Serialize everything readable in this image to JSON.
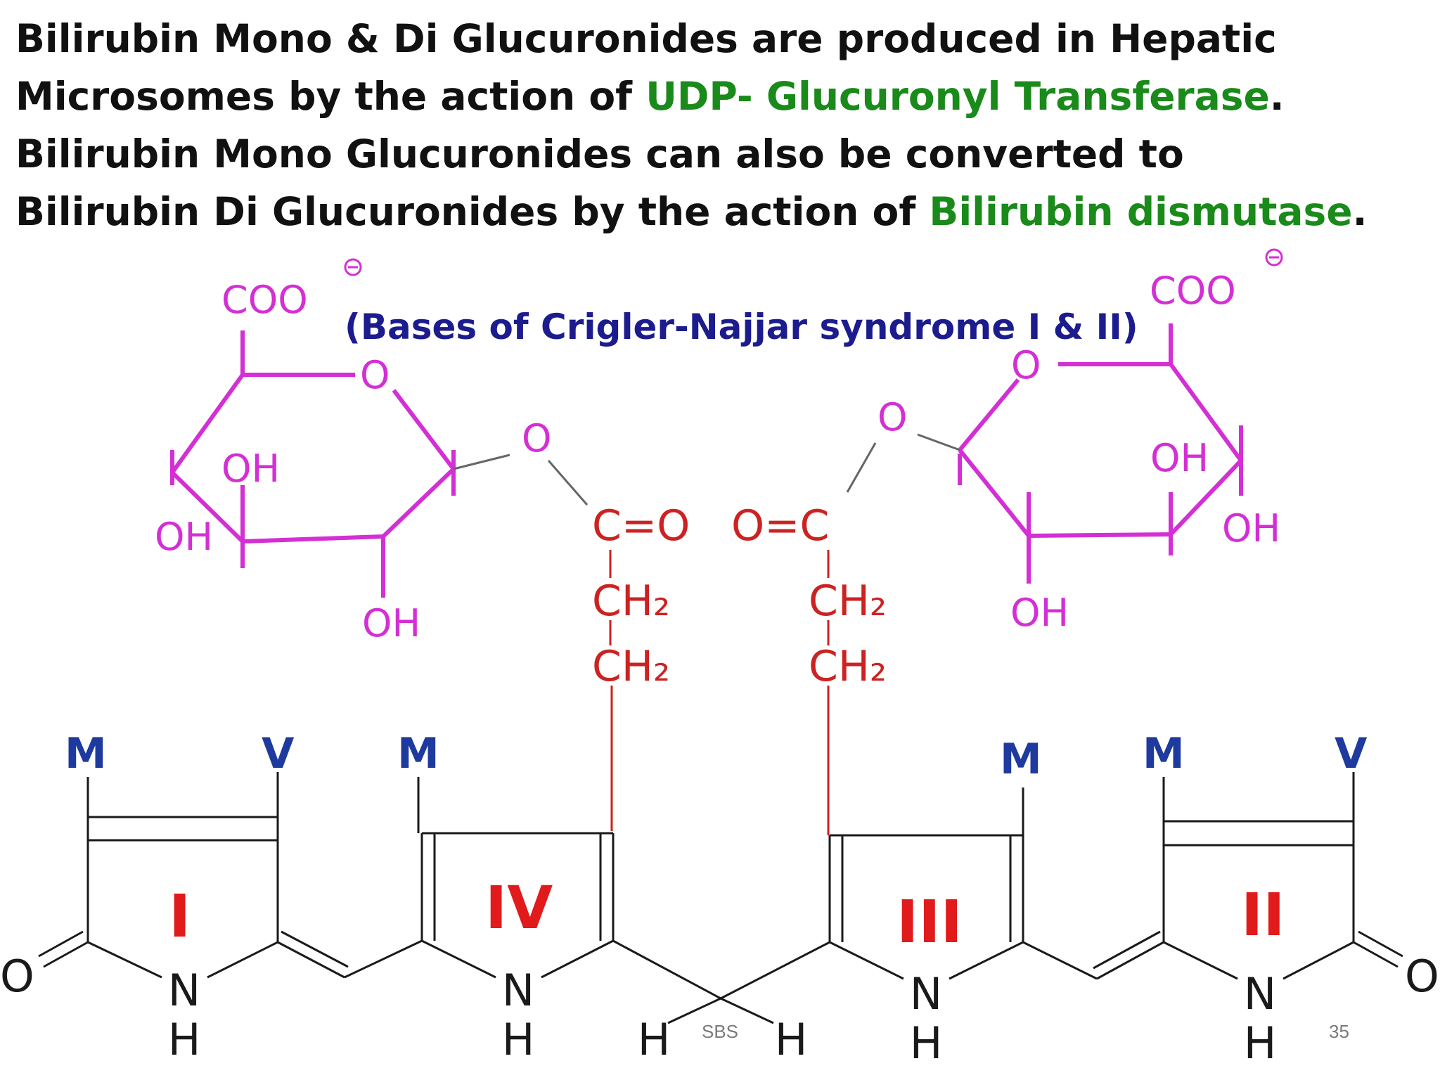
{
  "heading": {
    "line1": "Bilirubin Mono & Di Glucuronides are  produced in Hepatic",
    "line2_pre": "Microsomes by the action of ",
    "line2_enzyme": "UDP- Glucuronyl Transferase",
    "line2_post": ".",
    "line3": "Bilirubin Mono Glucuronides can also be converted to",
    "line4_pre": "Bilirubin Di Glucuronides by the action of ",
    "line4_enzyme": "Bilirubin dismutase",
    "line4_post": "."
  },
  "diagram": {
    "caption": "(Bases of  Crigler-Najjar syndrome I & II)",
    "glucuronide_left": {
      "carboxylate": "COO",
      "ring_oxygen": "O",
      "link_oxygen": "O",
      "hydroxyls": [
        "OH",
        "OH",
        "OH"
      ]
    },
    "glucuronide_right": {
      "carboxylate": "COO",
      "ring_oxygen": "O",
      "link_oxygen": "O",
      "hydroxyls": [
        "OH",
        "OH",
        "OH"
      ]
    },
    "ester_left": {
      "carbonyl": "C=O",
      "ch2_a": "CH₂",
      "ch2_b": "CH₂"
    },
    "ester_right": {
      "carbonyl": "O=C",
      "ch2_a": "CH₂",
      "ch2_b": "CH₂"
    },
    "substituents": [
      "M",
      "V",
      "M",
      "M",
      "M",
      "V"
    ],
    "ring_labels": [
      "I",
      "IV",
      "III",
      "II"
    ],
    "end_oxygens": [
      "O",
      "O"
    ],
    "ring_nitrogens": [
      "N",
      "N",
      "N",
      "N"
    ],
    "ring_hydrogens": [
      "H",
      "H",
      "H",
      "H"
    ],
    "bridge_hydrogens": [
      "H",
      "H"
    ]
  },
  "footer": {
    "author": "SBS",
    "page_number": "35"
  },
  "colors": {
    "enzyme_green": "#1a8a1a",
    "caption_blue": "#1c1c8e",
    "glucuronide_magenta": "#d42fd4",
    "linker_red": "#cc2222",
    "ring_label_red": "#e11b1b",
    "substituent_blue": "#1e3a9e"
  }
}
